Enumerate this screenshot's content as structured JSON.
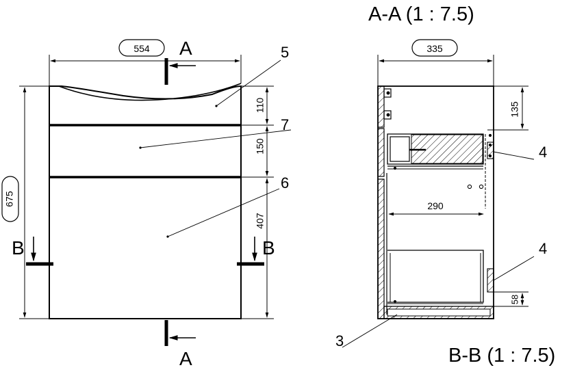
{
  "views": {
    "section_title_top": "A-A (1 : 7.5)",
    "section_title_bottom": "B-B (1 : 7.5)"
  },
  "dimensions": {
    "width_front": "554",
    "height_total": "675",
    "height_top": "110",
    "height_middle": "150",
    "height_bottom": "407",
    "depth_side": "335",
    "side_top_offset": "135",
    "inner_drawer_depth": "290",
    "bottom_offset": "58"
  },
  "section_marks": {
    "a": "A",
    "b": "B"
  },
  "callouts": {
    "c3": "3",
    "c4": "4",
    "c5": "5",
    "c6": "6",
    "c7": "7"
  },
  "colors": {
    "line": "#000000",
    "hatch": "#000000",
    "background": "#ffffff"
  }
}
